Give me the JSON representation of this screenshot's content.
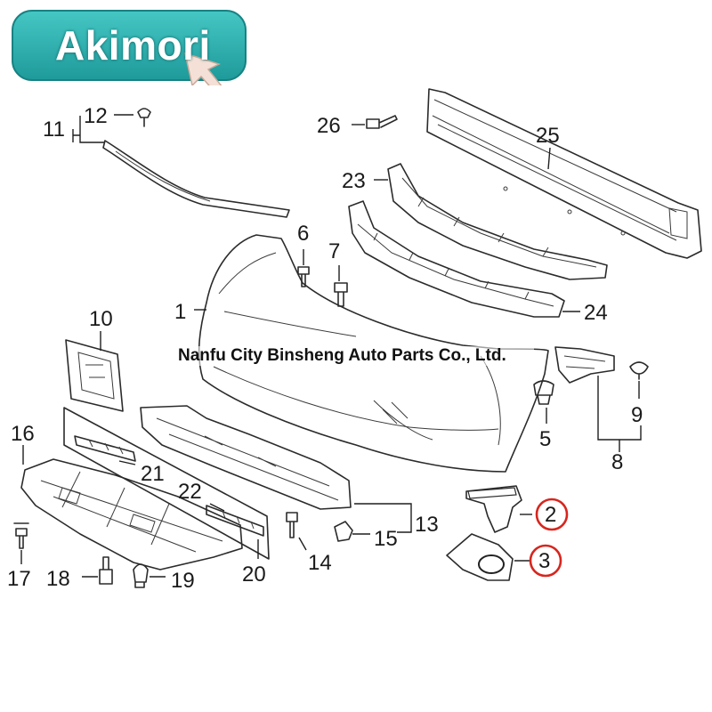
{
  "logo": {
    "text": "Akimori",
    "color": "#2aa7a7",
    "cursor_icon": "pointer-hand-icon"
  },
  "watermark": {
    "text": "Nanfu City Binsheng Auto Parts Co., Ltd."
  },
  "callouts": {
    "c1": "1",
    "c2": "2",
    "c3": "3",
    "c5": "5",
    "c6": "6",
    "c7": "7",
    "c8": "8",
    "c9": "9",
    "c10": "10",
    "c11": "11",
    "c12": "12",
    "c13": "13",
    "c14": "14",
    "c15": "15",
    "c16": "16",
    "c17": "17",
    "c18": "18",
    "c19": "19",
    "c20": "20",
    "c21": "21",
    "c22": "22",
    "c23": "23",
    "c24": "24",
    "c25": "25",
    "c26": "26"
  },
  "highlight_color": "#d7261e"
}
